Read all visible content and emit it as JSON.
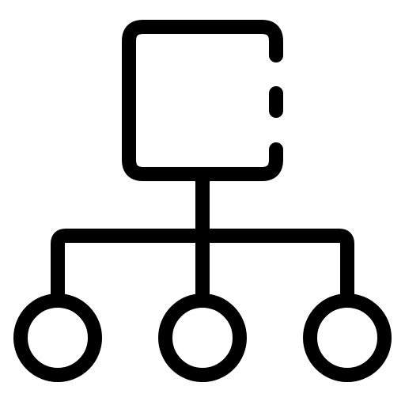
{
  "icon": {
    "name": "hierarchy-icon",
    "stroke_color": "#000000",
    "background_color": "#ffffff",
    "parts": {
      "parent": "square-node-with-dashed-right-edge",
      "children_count": 3,
      "child_shape": "circle"
    }
  }
}
